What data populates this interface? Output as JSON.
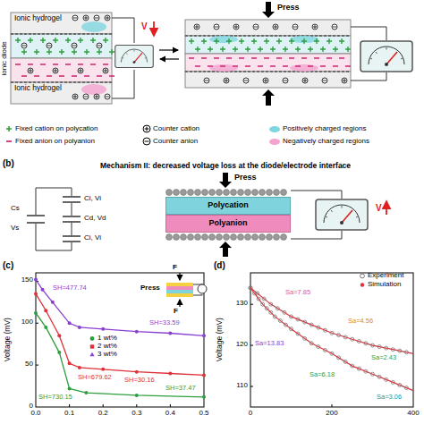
{
  "diagram": {
    "nodes": [
      {
        "text": [
          "Ionic hydrogel"
        ]
      },
      {
        "text": [
          "Ionic hydrogel"
        ]
      },
      {
        "text": [
          "Polycation"
        ]
      },
      {
        "text": [
          "Polyanion"
        ]
      }
    ],
    "labels": [
      "Press",
      "V",
      "Press",
      "V",
      "(b)",
      "Mechanism II: decreased voltage loss at the diode/electrode interface",
      "Cs",
      "Vs",
      "Ci, Vi",
      "Cd, Vd",
      "Ci, Vi",
      "(c)",
      "(d)",
      "Voltage (mV)",
      "150",
      "100",
      "50",
      "0",
      "0.0",
      "0.1",
      "0.2",
      "0.3",
      "0.4",
      "0.5",
      "Press",
      "F",
      "F",
      "SH=477.74",
      "SH=33.59",
      "SH=679.62",
      "SH=30.16",
      "SH=730.15",
      "SH=37.47",
      "Voltage (mV)",
      "130",
      "120",
      "110",
      "0",
      "200",
      "400",
      "Sa=7.85",
      "Sa=4.56",
      "Sa=2.43",
      "Sa=13.83",
      "Sa=6.18",
      "Sa=3.06",
      "ionic diode"
    ],
    "legend": [
      {
        "text": "Fixed cation on polycation"
      },
      {
        "text": "Fixed anion on polyanion"
      },
      {
        "text": "Counter cation"
      },
      {
        "text": "Counter anion"
      },
      {
        "text": "Positively charged regions",
        "color": "#7fd6e0"
      },
      {
        "text": "Negatively charged regions",
        "color": "#f4a3cf"
      },
      {
        "text": "1 wt%"
      },
      {
        "text": "2 wt%"
      },
      {
        "text": "3 wt%"
      },
      {
        "text": "Experiment"
      },
      {
        "text": "Simulation"
      }
    ]
  }
}
